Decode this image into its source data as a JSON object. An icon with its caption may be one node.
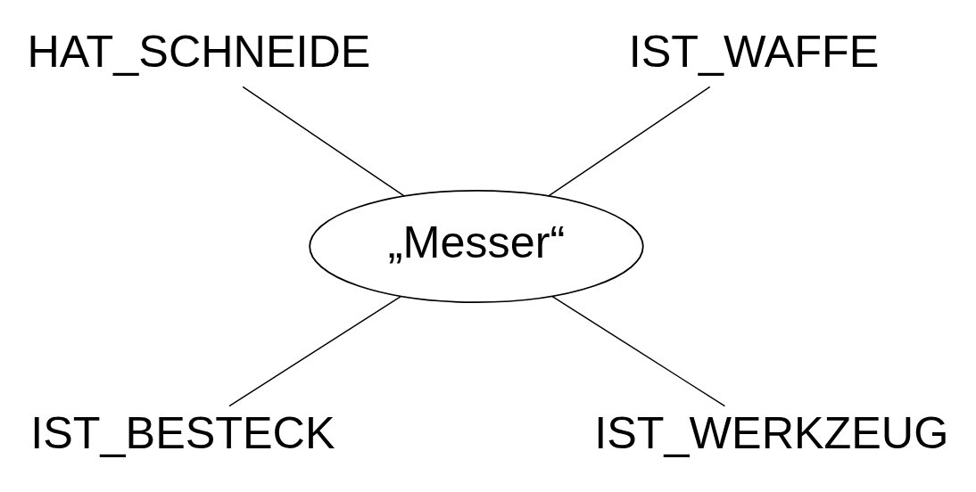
{
  "diagram": {
    "nodes": [
      {
        "text": [
          "HAT_SCHNEIDE"
        ]
      },
      {
        "text": [
          "IST_WAFFE"
        ]
      },
      {
        "text": [
          "„Messer“"
        ]
      },
      {
        "text": [
          "IST_BESTECK"
        ]
      },
      {
        "text": [
          "IST_WERKZEUG"
        ]
      }
    ],
    "edges": [
      {
        "from": 0,
        "to": 2,
        "arrow": "none"
      },
      {
        "from": 1,
        "to": 2,
        "arrow": "none"
      },
      {
        "from": 2,
        "to": 3,
        "arrow": "none"
      },
      {
        "from": 2,
        "to": 4,
        "arrow": "none"
      }
    ]
  }
}
